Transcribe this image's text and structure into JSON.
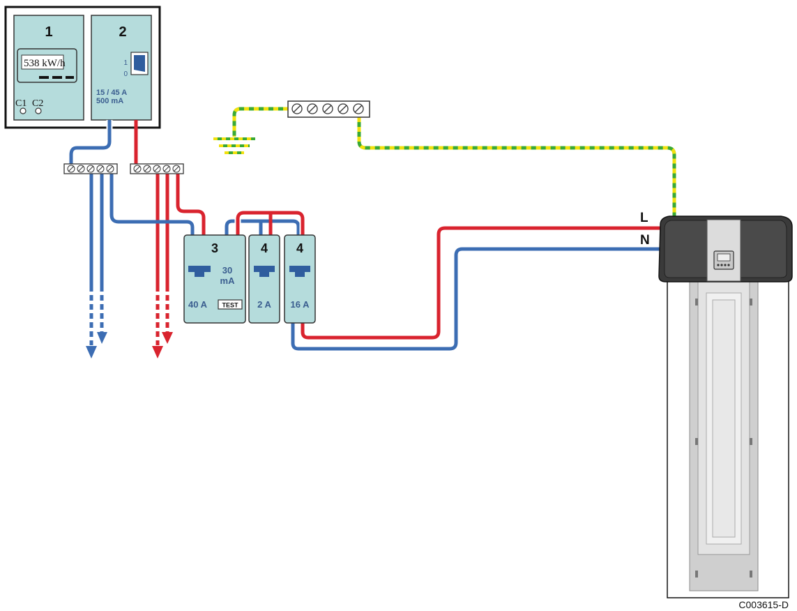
{
  "meter": {
    "number": "1",
    "reading": "538 kW/h",
    "c1": "C1",
    "c2": "C2"
  },
  "main_breaker": {
    "number": "2",
    "pos_on": "1",
    "pos_off": "0",
    "rating_line1": "15 / 45  A",
    "rating_line2": "500  mA"
  },
  "rcd": {
    "number": "3",
    "sensitivity_value": "30",
    "sensitivity_unit": "mA",
    "rating": "40 A",
    "test_label": "TEST"
  },
  "breaker_2a": {
    "number": "4",
    "rating": "2 A"
  },
  "breaker_16a": {
    "number": "4",
    "rating": "16 A"
  },
  "heat_pump": {
    "live_label": "L",
    "neutral_label": "N"
  },
  "figure_ref": "C003615-D",
  "colors": {
    "panel": "#b5dcdc",
    "live": "#d9232e",
    "neutral": "#3c6db3",
    "earth_green": "#3aa935",
    "earth_yellow": "#f2e10e",
    "breaker_toggle": "#2f5d9e",
    "housing": "#3a3a3a",
    "tank": "#cfcfcf"
  }
}
